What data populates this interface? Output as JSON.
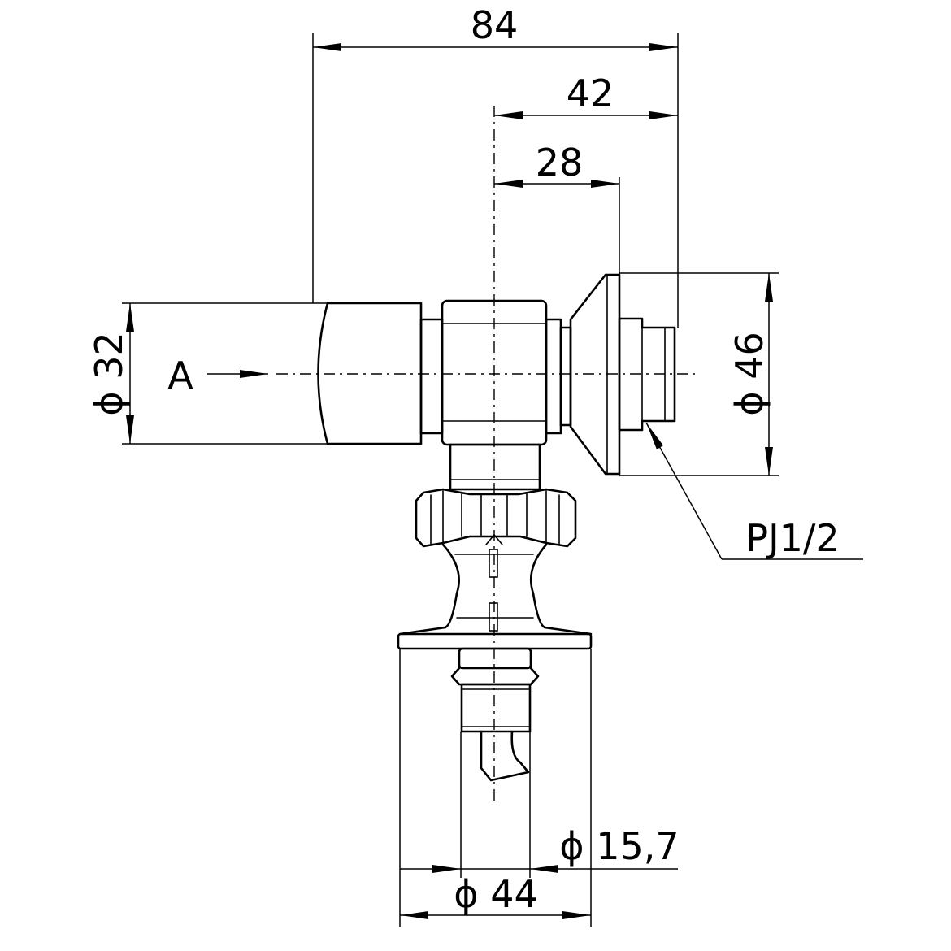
{
  "dimensions": {
    "overall_width": "84",
    "center_to_face": "42",
    "center_to_flange": "28",
    "body_diameter": "ϕ 32",
    "flange_diameter": "ϕ 46",
    "pipe_diameter": "ϕ 15,7",
    "escutcheon_diameter": "ϕ 44"
  },
  "labels": {
    "view_marker": "A",
    "thread_callout": "PJ1/2"
  }
}
